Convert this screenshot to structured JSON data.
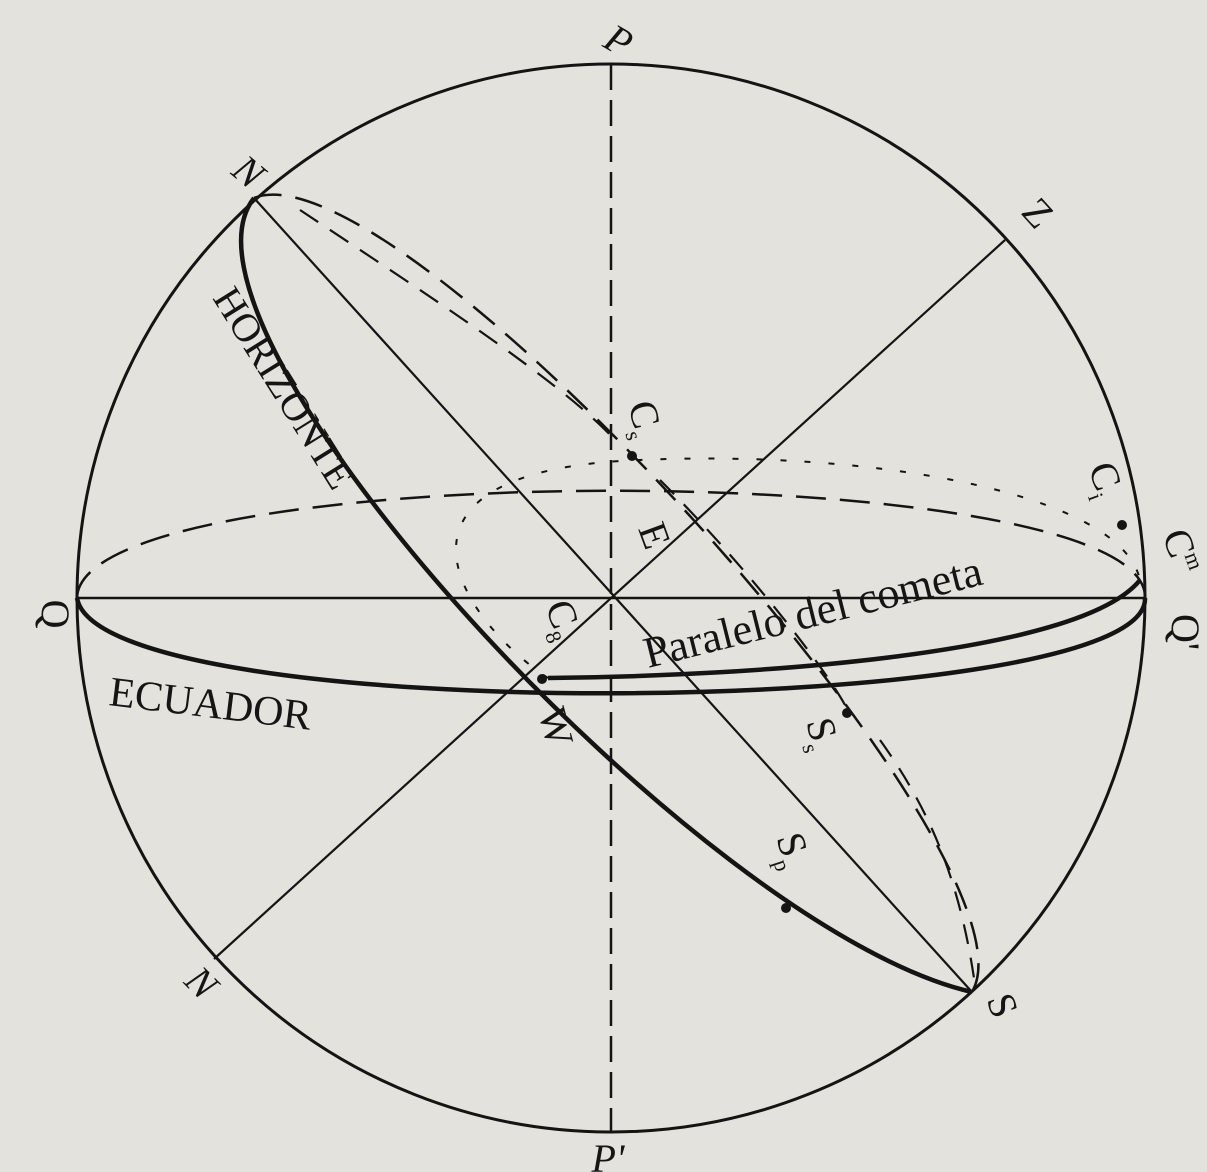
{
  "labels": {
    "pole_north": "P",
    "pole_south": "P'",
    "zenith_upper": "Z",
    "horizon_point_upper": "N",
    "horizon_point_lower": "N",
    "south_point": "S",
    "equator_left": "Q",
    "equator_right": "Q'",
    "horizon_name": "HORIZONTE",
    "equator_name": "ECUADOR",
    "comet_parallel": "Paralelo del cometa",
    "east": "E",
    "west": "W",
    "comet_upper": "C",
    "comet_upper_sub": "s",
    "comet_culmination": "C",
    "comet_culmination_sub": "m",
    "comet_right": "C",
    "comet_right_sub": "i",
    "comet_lower": "C",
    "comet_lower_sub": "8",
    "sun_s": "S",
    "sun_s_sub": "s",
    "sun_p": "S",
    "sun_p_sub": "p"
  },
  "colors": {
    "background": "#e4e2dc",
    "ink": "#141414"
  }
}
